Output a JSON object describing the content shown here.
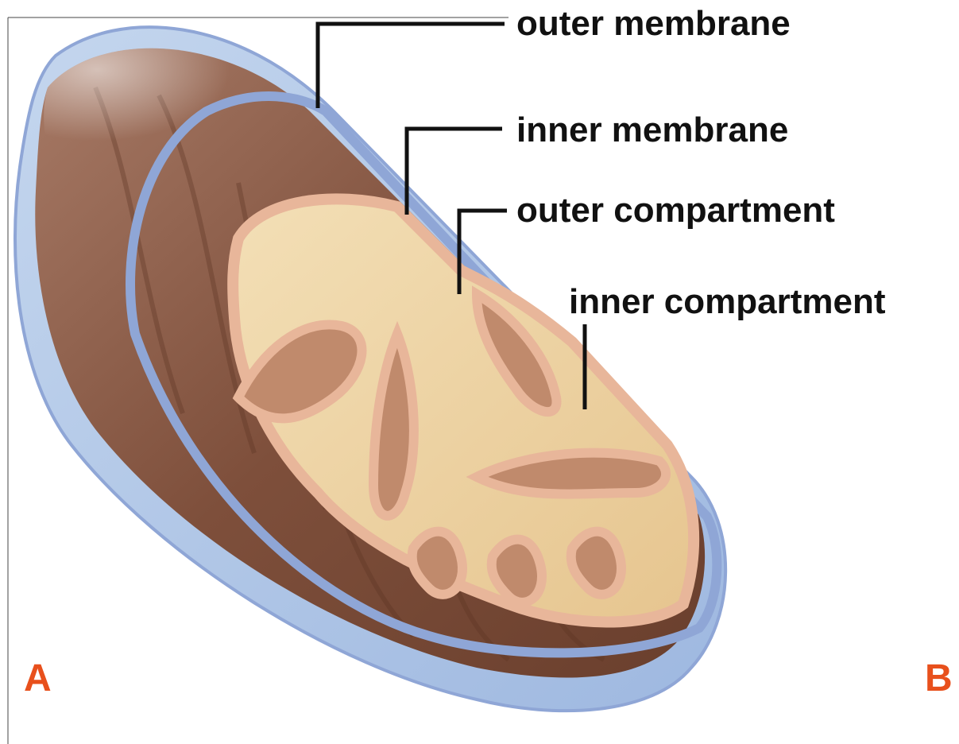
{
  "labels": {
    "outer_membrane": "outer membrane",
    "inner_membrane": "inner membrane",
    "outer_compartment": "outer compartment",
    "inner_compartment": "inner compartment"
  },
  "ends": {
    "left": "A",
    "right": "B"
  },
  "colors": {
    "outer_envelope": "#a9c3e6",
    "outer_membrane_band": "#8fa6d6",
    "intermembrane_brown": "#8a5a44",
    "matrix": "#eed4a4",
    "cristae_edge": "#e8b69a",
    "leader_line": "#111111",
    "end_label": "#e8501c"
  }
}
